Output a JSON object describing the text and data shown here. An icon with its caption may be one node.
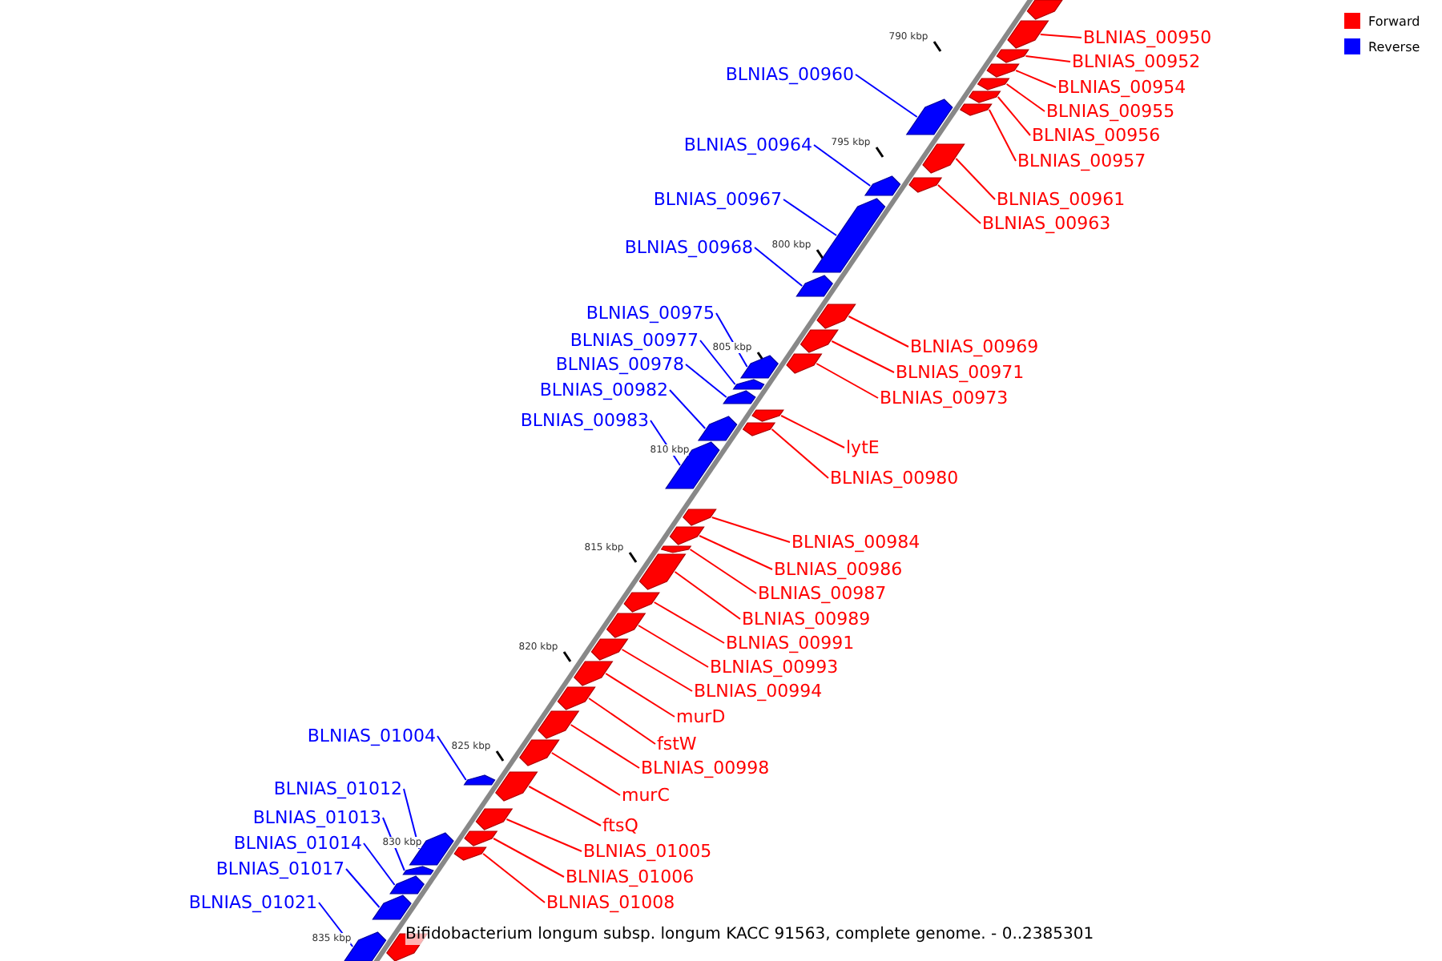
{
  "diagram": {
    "caption": "Bifidobacterium longum subsp. longum KACC 91563, complete genome. - 0..2385301",
    "nodes": [
      {
        "text": [],
        "shape": "box"
      },
      {
        "text": [
          "BLNIAS_00950"
        ]
      },
      {
        "text": [],
        "shape": "box"
      },
      {
        "text": [
          "BLNIAS_00952"
        ]
      },
      {
        "text": [],
        "shape": "box"
      },
      {
        "text": [
          "BLNIAS_00954"
        ]
      },
      {
        "text": [],
        "shape": "box"
      },
      {
        "text": [
          "BLNIAS_00955"
        ]
      },
      {
        "text": [],
        "shape": "box"
      },
      {
        "text": [
          "BLNIAS_00956"
        ]
      },
      {
        "text": [],
        "shape": "box"
      },
      {
        "text": [
          "BLNIAS_00957"
        ]
      },
      {
        "text": [],
        "shape": "box"
      },
      {
        "text": [
          "BLNIAS_00960"
        ]
      },
      {
        "text": [],
        "shape": "box"
      },
      {
        "text": [
          "BLNIAS_00961"
        ]
      },
      {
        "text": [],
        "shape": "box"
      },
      {
        "text": [
          "BLNIAS_00964"
        ]
      },
      {
        "text": [],
        "shape": "box"
      },
      {
        "text": [
          "BLNIAS_00963"
        ]
      },
      {
        "text": [],
        "shape": "box"
      },
      {
        "text": [
          "BLNIAS_00967"
        ]
      },
      {
        "text": [],
        "shape": "box"
      },
      {
        "text": [
          "BLNIAS_00968"
        ]
      },
      {
        "text": [],
        "shape": "box"
      },
      {
        "text": [
          "BLNIAS_00969"
        ]
      },
      {
        "text": [],
        "shape": "box"
      },
      {
        "text": [
          "BLNIAS_00971"
        ]
      },
      {
        "text": [],
        "shape": "box"
      },
      {
        "text": [
          "BLNIAS_00975"
        ]
      },
      {
        "text": [],
        "shape": "box"
      },
      {
        "text": [
          "BLNIAS_00973"
        ]
      },
      {
        "text": [],
        "shape": "box"
      },
      {
        "text": [
          "BLNIAS_00977"
        ]
      },
      {
        "text": [],
        "shape": "box"
      },
      {
        "text": [
          "BLNIAS_00978"
        ]
      },
      {
        "text": [],
        "shape": "box"
      },
      {
        "text": [
          "lytE"
        ]
      },
      {
        "text": [],
        "shape": "box"
      },
      {
        "text": [
          "BLNIAS_00982"
        ]
      },
      {
        "text": [],
        "shape": "box"
      },
      {
        "text": [
          "BLNIAS_00980"
        ]
      },
      {
        "text": [],
        "shape": "box"
      },
      {
        "text": [
          "BLNIAS_00983"
        ]
      },
      {
        "text": [],
        "shape": "box"
      },
      {
        "text": [
          "BLNIAS_00984"
        ]
      },
      {
        "text": [],
        "shape": "box"
      },
      {
        "text": [
          "BLNIAS_00986"
        ]
      },
      {
        "text": [],
        "shape": "box"
      },
      {
        "text": [
          "BLNIAS_00987"
        ]
      },
      {
        "text": [],
        "shape": "box"
      },
      {
        "text": [
          "BLNIAS_00989"
        ]
      },
      {
        "text": [],
        "shape": "box"
      },
      {
        "text": [
          "BLNIAS_00991"
        ]
      },
      {
        "text": [],
        "shape": "box"
      },
      {
        "text": [
          "BLNIAS_00993"
        ]
      },
      {
        "text": [],
        "shape": "box"
      },
      {
        "text": [
          "BLNIAS_00994"
        ]
      },
      {
        "text": [],
        "shape": "box"
      },
      {
        "text": [
          "murD"
        ]
      },
      {
        "text": [],
        "shape": "box"
      },
      {
        "text": [
          "fstW"
        ]
      },
      {
        "text": [],
        "shape": "box"
      },
      {
        "text": [
          "BLNIAS_00998"
        ]
      },
      {
        "text": [],
        "shape": "box"
      },
      {
        "text": [
          "murC"
        ]
      },
      {
        "text": [],
        "shape": "box"
      },
      {
        "text": [
          "BLNIAS_01004"
        ]
      },
      {
        "text": [],
        "shape": "box"
      },
      {
        "text": [
          "ftsQ"
        ]
      },
      {
        "text": [],
        "shape": "box"
      },
      {
        "text": [
          "BLNIAS_01005"
        ]
      },
      {
        "text": [],
        "shape": "box"
      },
      {
        "text": [
          "BLNIAS_01012"
        ]
      },
      {
        "text": [],
        "shape": "box"
      },
      {
        "text": [
          "BLNIAS_01006"
        ]
      },
      {
        "text": [],
        "shape": "box"
      },
      {
        "text": [
          "BLNIAS_01008"
        ]
      },
      {
        "text": [],
        "shape": "box"
      },
      {
        "text": [
          "BLNIAS_01013"
        ]
      },
      {
        "text": [],
        "shape": "box"
      },
      {
        "text": [
          "BLNIAS_01014"
        ]
      },
      {
        "text": [],
        "shape": "box"
      },
      {
        "text": [
          "BLNIAS_01017"
        ]
      },
      {
        "text": [],
        "shape": "box"
      },
      {
        "text": [
          "BLNIAS_01021"
        ]
      },
      {
        "text": [],
        "shape": "box"
      },
      {
        "text": [],
        "shape": "box"
      }
    ],
    "edges": [
      {
        "from": 1,
        "to": 2,
        "arrow": "none"
      },
      {
        "from": 3,
        "to": 4,
        "arrow": "none"
      },
      {
        "from": 5,
        "to": 6,
        "arrow": "none"
      },
      {
        "from": 7,
        "to": 8,
        "arrow": "none"
      },
      {
        "from": 9,
        "to": 10,
        "arrow": "none"
      },
      {
        "from": 11,
        "to": 12,
        "arrow": "none"
      },
      {
        "from": 13,
        "to": 14,
        "arrow": "none",
        "color": "#0000ff"
      },
      {
        "from": 15,
        "to": 16,
        "arrow": "none"
      },
      {
        "from": 17,
        "to": 18,
        "arrow": "none",
        "color": "#0000ff"
      },
      {
        "from": 19,
        "to": 20,
        "arrow": "none"
      },
      {
        "from": 21,
        "to": 22,
        "arrow": "none",
        "color": "#0000ff"
      },
      {
        "from": 23,
        "to": 24,
        "arrow": "none",
        "color": "#0000ff"
      },
      {
        "from": 25,
        "to": 26,
        "arrow": "none"
      },
      {
        "from": 27,
        "to": 28,
        "arrow": "none"
      },
      {
        "from": 29,
        "to": 30,
        "arrow": "none",
        "color": "#0000ff"
      },
      {
        "from": 31,
        "to": 32,
        "arrow": "none"
      },
      {
        "from": 33,
        "to": 34,
        "arrow": "none",
        "color": "#0000ff"
      },
      {
        "from": 35,
        "to": 36,
        "arrow": "none",
        "color": "#0000ff"
      },
      {
        "from": 37,
        "to": 38,
        "arrow": "none"
      },
      {
        "from": 39,
        "to": 40,
        "arrow": "none",
        "color": "#0000ff"
      },
      {
        "from": 41,
        "to": 42,
        "arrow": "none"
      },
      {
        "from": 43,
        "to": 44,
        "arrow": "none",
        "color": "#0000ff"
      },
      {
        "from": 45,
        "to": 46,
        "arrow": "none"
      },
      {
        "from": 47,
        "to": 48,
        "arrow": "none"
      },
      {
        "from": 49,
        "to": 50,
        "arrow": "none"
      },
      {
        "from": 51,
        "to": 52,
        "arrow": "none"
      },
      {
        "from": 53,
        "to": 54,
        "arrow": "none"
      },
      {
        "from": 55,
        "to": 56,
        "arrow": "none"
      },
      {
        "from": 57,
        "to": 58,
        "arrow": "none"
      },
      {
        "from": 59,
        "to": 60,
        "arrow": "none"
      },
      {
        "from": 61,
        "to": 62,
        "arrow": "none"
      },
      {
        "from": 63,
        "to": 64,
        "arrow": "none"
      },
      {
        "from": 65,
        "to": 66,
        "arrow": "none"
      },
      {
        "from": 67,
        "to": 68,
        "arrow": "none",
        "color": "#0000ff"
      },
      {
        "from": 69,
        "to": 70,
        "arrow": "none"
      },
      {
        "from": 71,
        "to": 72,
        "arrow": "none"
      },
      {
        "from": 73,
        "to": 74,
        "arrow": "none",
        "color": "#0000ff"
      },
      {
        "from": 75,
        "to": 76,
        "arrow": "none"
      },
      {
        "from": 77,
        "to": 78,
        "arrow": "none"
      },
      {
        "from": 79,
        "to": 80,
        "arrow": "none",
        "color": "#0000ff"
      },
      {
        "from": 81,
        "to": 82,
        "arrow": "none",
        "color": "#0000ff"
      },
      {
        "from": 83,
        "to": 84,
        "arrow": "none",
        "color": "#0000ff"
      },
      {
        "from": 85,
        "to": 86,
        "arrow": "none",
        "color": "#0000ff"
      }
    ],
    "labels": [
      "790 kbp",
      "795 kbp",
      "800 kbp",
      "805 kbp",
      "810 kbp",
      "815 kbp",
      "820 kbp",
      "825 kbp",
      "830 kbp",
      "835 kbp"
    ],
    "legend": [
      {
        "text": "Forward",
        "color": "#ff0000"
      },
      {
        "text": "Reverse",
        "color": "#0000ff"
      }
    ]
  }
}
